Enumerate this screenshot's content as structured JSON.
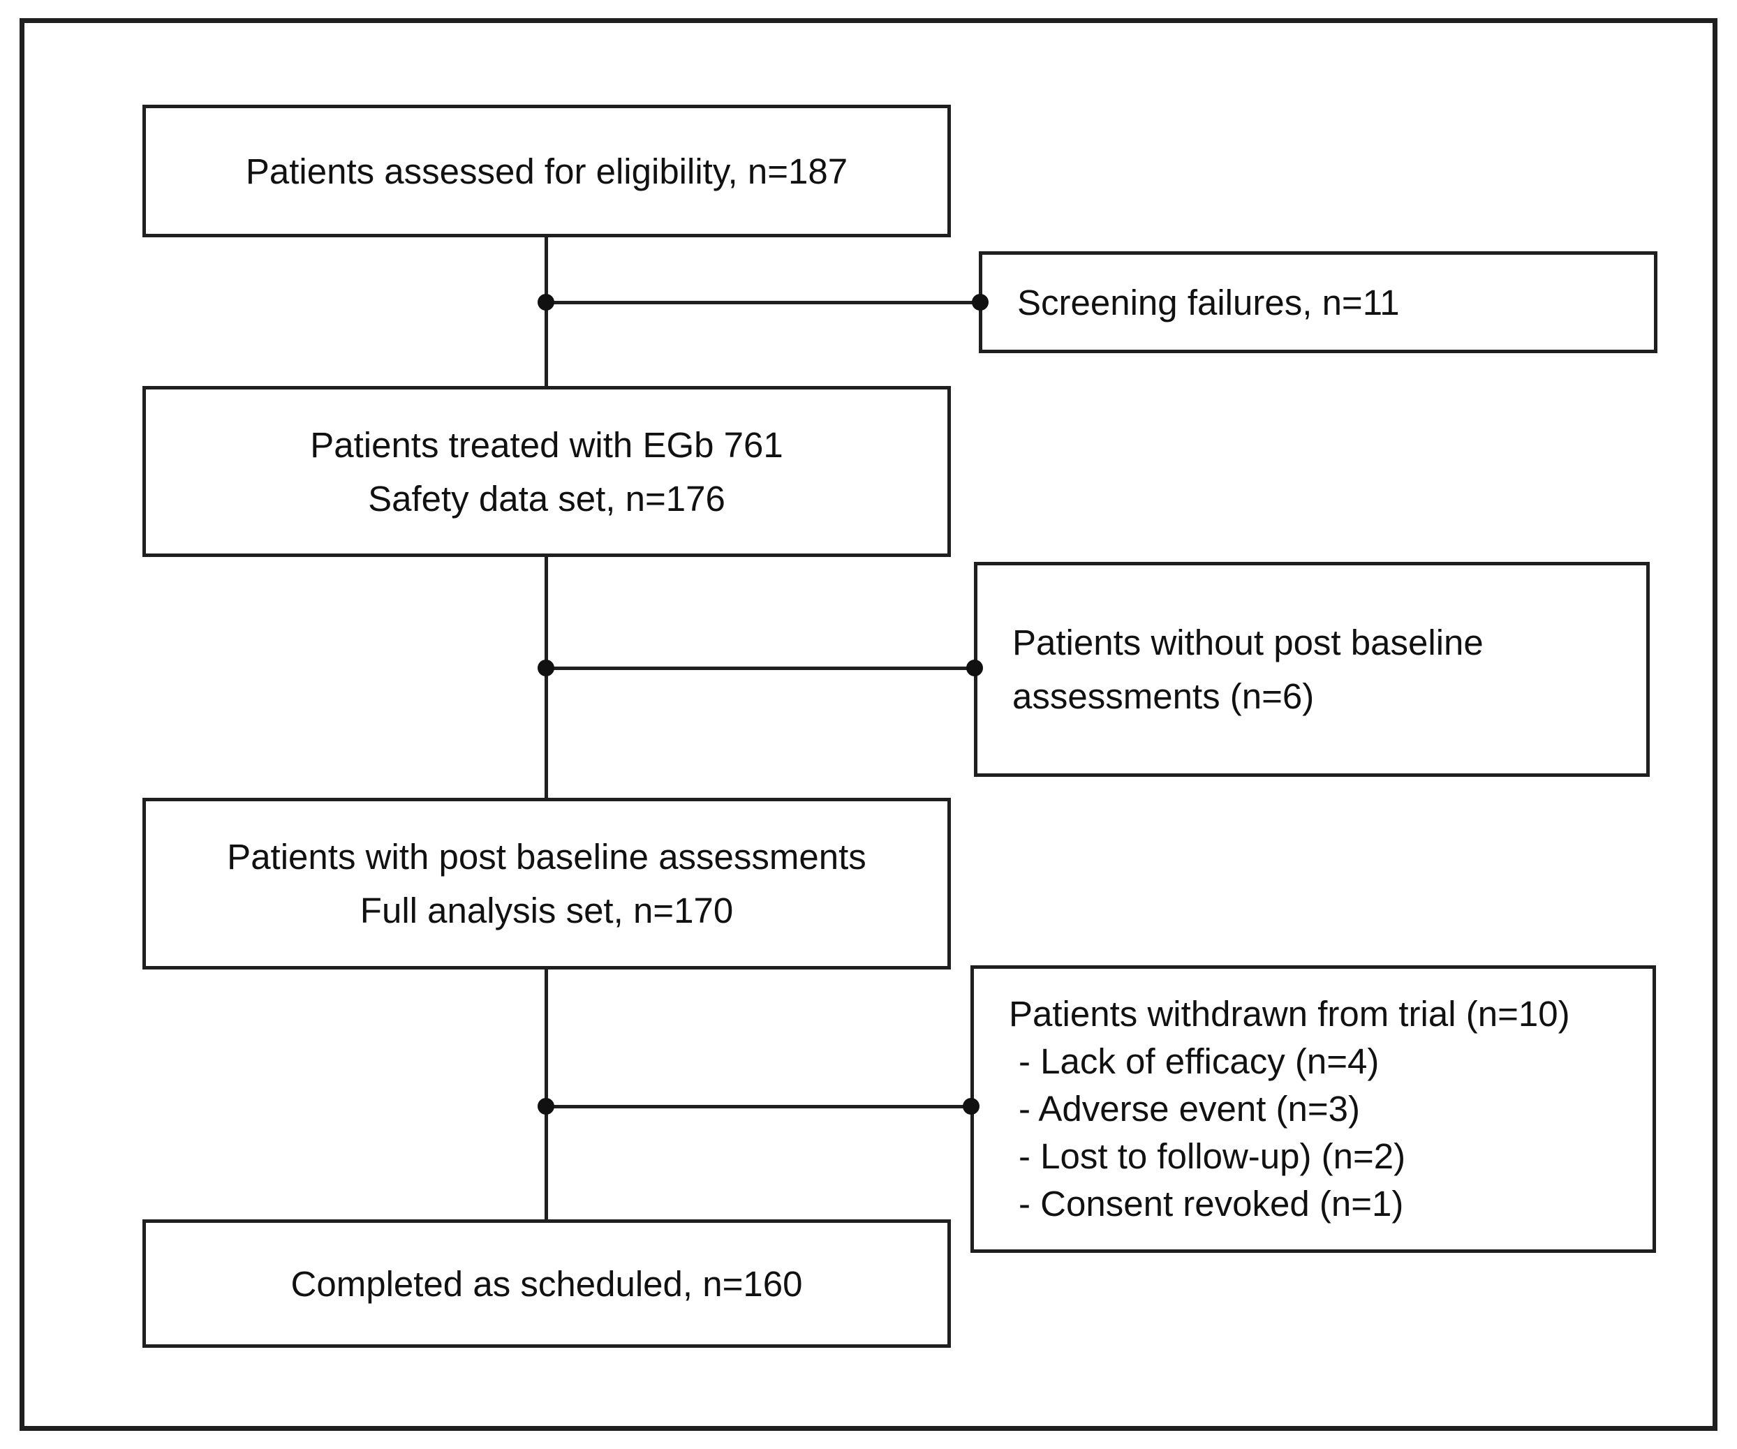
{
  "diagram": {
    "type": "patient-flow-chart",
    "colors": {
      "line": "#1f1f1f",
      "text": "#111111",
      "background": "#ffffff"
    },
    "boxes": {
      "eligibility": {
        "lines": [
          "Patients assessed for eligibility, n=187"
        ]
      },
      "treated_safety": {
        "lines": [
          "Patients treated with EGb 761",
          "Safety data set, n=176"
        ]
      },
      "full_analysis": {
        "lines": [
          "Patients with post baseline assessments",
          "Full analysis set, n=170"
        ]
      },
      "completed": {
        "lines": [
          "Completed as scheduled, n=160"
        ]
      },
      "screening_failures": {
        "lines": [
          "Screening failures, n=11"
        ]
      },
      "no_post_baseline": {
        "lines": [
          "Patients without post baseline",
          "assessments (n=6)"
        ]
      },
      "withdrawn": {
        "lines": [
          "Patients withdrawn from trial (n=10)",
          "- Lack of efficacy (n=4)",
          "- Adverse event (n=3)",
          "- Lost to follow-up) (n=2)",
          "- Consent revoked (n=1)"
        ]
      }
    }
  }
}
